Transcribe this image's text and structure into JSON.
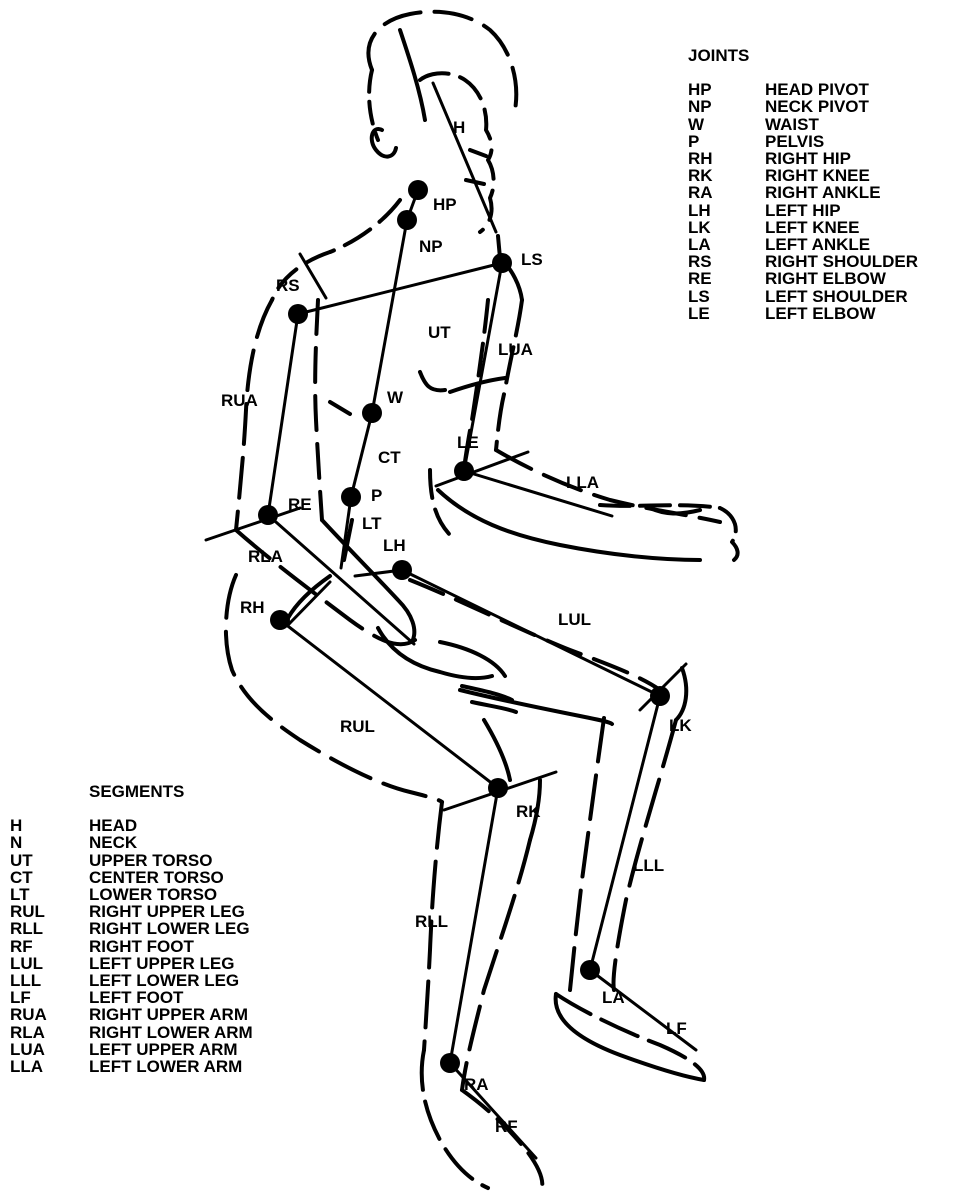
{
  "joints_legend": {
    "heading": "JOINTS",
    "items": [
      {
        "code": "HP",
        "name": "HEAD PIVOT"
      },
      {
        "code": "NP",
        "name": "NECK PIVOT"
      },
      {
        "code": "W",
        "name": "WAIST"
      },
      {
        "code": "P",
        "name": "PELVIS"
      },
      {
        "code": "RH",
        "name": "RIGHT HIP"
      },
      {
        "code": "RK",
        "name": "RIGHT KNEE"
      },
      {
        "code": "RA",
        "name": "RIGHT ANKLE"
      },
      {
        "code": "LH",
        "name": "LEFT HIP"
      },
      {
        "code": "LK",
        "name": "LEFT KNEE"
      },
      {
        "code": "LA",
        "name": "LEFT ANKLE"
      },
      {
        "code": "RS",
        "name": "RIGHT SHOULDER"
      },
      {
        "code": "RE",
        "name": "RIGHT ELBOW"
      },
      {
        "code": "LS",
        "name": "LEFT SHOULDER"
      },
      {
        "code": "LE",
        "name": "LEFT ELBOW"
      }
    ]
  },
  "segments_legend": {
    "heading": "SEGMENTS",
    "items": [
      {
        "code": "H",
        "name": "HEAD"
      },
      {
        "code": "N",
        "name": "NECK"
      },
      {
        "code": "UT",
        "name": "UPPER TORSO"
      },
      {
        "code": "CT",
        "name": "CENTER TORSO"
      },
      {
        "code": "LT",
        "name": "LOWER TORSO"
      },
      {
        "code": "RUL",
        "name": "RIGHT UPPER LEG"
      },
      {
        "code": "RLL",
        "name": "RIGHT LOWER LEG"
      },
      {
        "code": "RF",
        "name": "RIGHT FOOT"
      },
      {
        "code": "LUL",
        "name": "LEFT UPPER LEG"
      },
      {
        "code": "LLL",
        "name": "LEFT LOWER LEG"
      },
      {
        "code": "LF",
        "name": "LEFT FOOT"
      },
      {
        "code": "RUA",
        "name": "RIGHT UPPER ARM"
      },
      {
        "code": "RLA",
        "name": "RIGHT LOWER ARM"
      },
      {
        "code": "LUA",
        "name": "LEFT UPPER ARM"
      },
      {
        "code": "LLA",
        "name": "LEFT LOWER ARM"
      }
    ]
  },
  "figure_labels": {
    "H": "H",
    "HP": "HP",
    "NP": "NP",
    "LS": "LS",
    "RS": "RS",
    "UT": "UT",
    "LUA": "LUA",
    "RUA": "RUA",
    "W": "W",
    "LE": "LE",
    "CT": "CT",
    "LLA": "LLA",
    "RE": "RE",
    "P": "P",
    "LT": "LT",
    "LH": "LH",
    "RLA": "RLA",
    "RH": "RH",
    "LUL": "LUL",
    "LK": "LK",
    "RUL": "RUL",
    "RK": "RK",
    "LLL": "LLL",
    "RLL": "RLL",
    "LA": "LA",
    "LF": "LF",
    "RA": "RA",
    "RF": "RF"
  }
}
